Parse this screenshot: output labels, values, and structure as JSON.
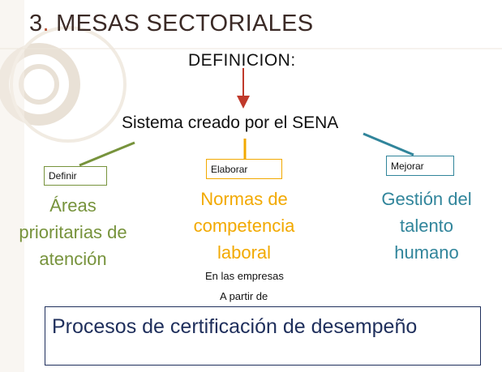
{
  "slide": {
    "title_number": "3",
    "title_dot": ".",
    "title_text": " MESAS SECTORIALES",
    "definition_label": "DEFINICION:",
    "system_text": "Sistema creado por el SENA",
    "tags": {
      "definir": "Definir",
      "elaborar": "Elaborar",
      "mejorar": "Mejorar"
    },
    "columns": {
      "areas": [
        "Áreas",
        "prioritarias de",
        "atención"
      ],
      "normas": [
        "Normas de",
        "competencia",
        "laboral"
      ],
      "gestion": [
        "Gestión del",
        "talento",
        "humano"
      ]
    },
    "companies_text": "En las empresas",
    "from_text": "A partir de",
    "result_text": "Procesos de certificación de desempeño"
  },
  "colors": {
    "green": "#77933c",
    "orange": "#f2a900",
    "teal": "#31859b",
    "red_arrow": "#c0392b",
    "navy": "#1f2f5c"
  }
}
